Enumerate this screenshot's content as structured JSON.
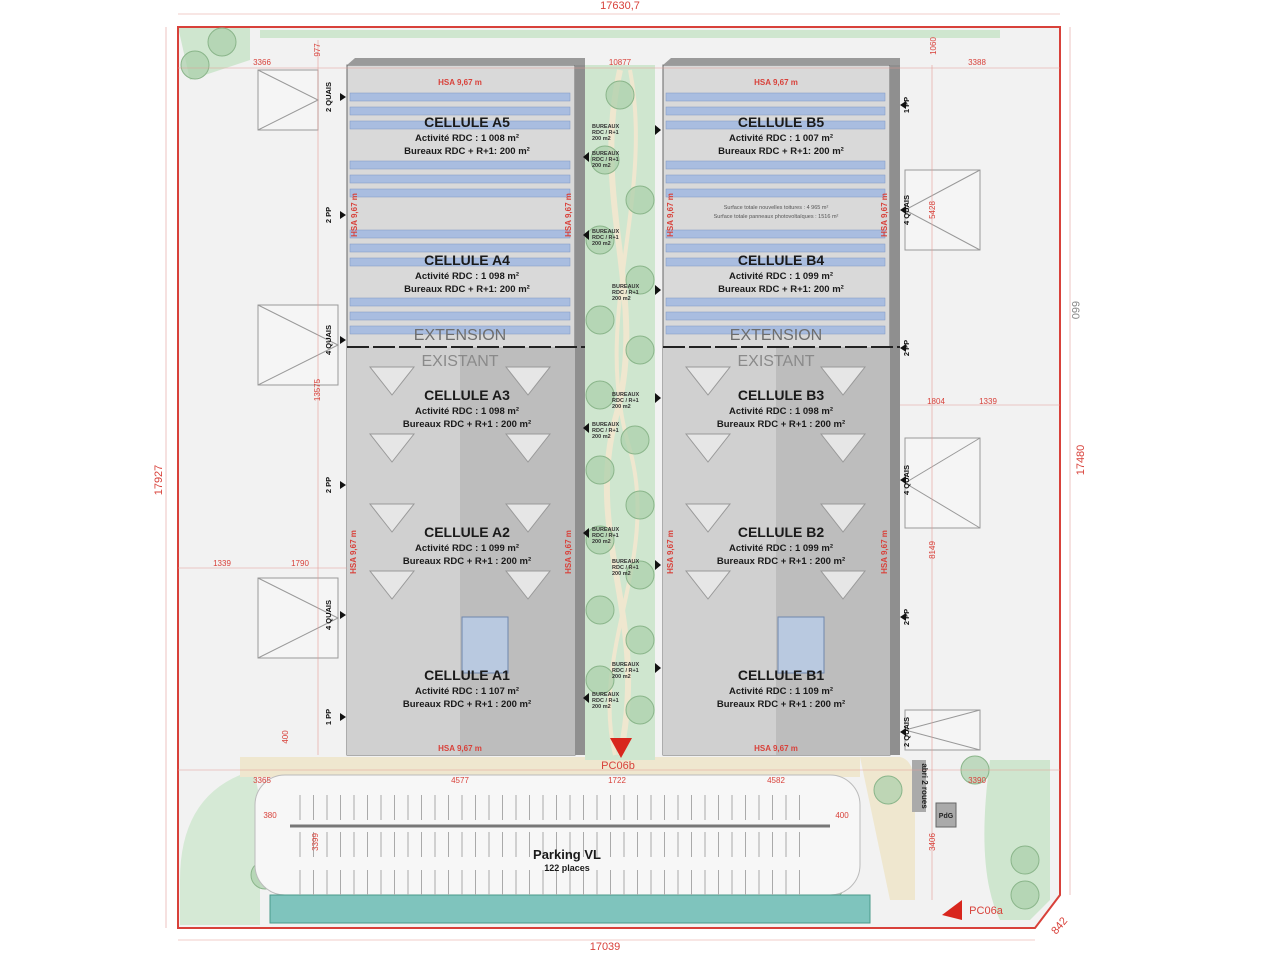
{
  "colors": {
    "boundary": "#d8413a",
    "green": "#cfe6cf",
    "roof": "#d9d9d9",
    "panel": "#a9bde0",
    "wall": "#8f8f8f",
    "water": "#7fc4bd"
  },
  "dimensions": {
    "top": "17630,7",
    "bottom": "17039",
    "left": "17927",
    "right": "17480",
    "right_small": "660",
    "corner": "842",
    "top_left": "3366",
    "top_left_v": "977",
    "top_mid": "10877",
    "top_right": "3388",
    "top_right_v": "1060",
    "right_5428": "5428",
    "left_13575": "13575",
    "right_1804": "1804",
    "right_1339": "1339",
    "left_1339": "1339",
    "left_1790": "1790",
    "right_8149": "8149",
    "park_3365": "3365",
    "park_4577": "4577",
    "park_1722": "1722",
    "park_4582": "4582",
    "park_3390": "3390",
    "park_380": "380",
    "park_400": "400",
    "park_3399": "3399",
    "park_3406": "3406",
    "left_400": "400"
  },
  "hsa": "HSA 9,67 m",
  "building_a": {
    "extension": "EXTENSION",
    "existant": "EXISTANT",
    "cells": [
      {
        "name": "CELLULE A5",
        "activite": "Activité RDC : 1 008 m²",
        "bureaux": "Bureaux RDC + R+1: 200 m²"
      },
      {
        "name": "CELLULE A4",
        "activite": "Activité RDC : 1 098 m²",
        "bureaux": "Bureaux RDC + R+1: 200 m²"
      },
      {
        "name": "CELLULE A3",
        "activite": "Activité RDC : 1 098 m²",
        "bureaux": "Bureaux RDC + R+1 : 200 m²"
      },
      {
        "name": "CELLULE A2",
        "activite": "Activité RDC : 1 099 m²",
        "bureaux": "Bureaux RDC + R+1 : 200 m²"
      },
      {
        "name": "CELLULE A1",
        "activite": "Activité RDC : 1 107 m²",
        "bureaux": "Bureaux RDC + R+1 : 200 m²"
      }
    ]
  },
  "building_b": {
    "extension": "EXTENSION",
    "existant": "EXISTANT",
    "surface_toitures": "Surface totale nouvelles toitures : 4 965 m²",
    "surface_pv": "Surface totale panneaux photovoltaïques : 1516 m²",
    "cells": [
      {
        "name": "CELLULE B5",
        "activite": "Activité RDC : 1 007 m²",
        "bureaux": "Bureaux RDC + R+1: 200 m²"
      },
      {
        "name": "CELLULE B4",
        "activite": "Activité RDC : 1 099 m²",
        "bureaux": "Bureaux RDC + R+1: 200 m²"
      },
      {
        "name": "CELLULE B3",
        "activite": "Activité RDC : 1 098 m²",
        "bureaux": "Bureaux RDC + R+1 : 200 m²"
      },
      {
        "name": "CELLULE B2",
        "activite": "Activité RDC : 1 099 m²",
        "bureaux": "Bureaux RDC + R+1 : 200 m²"
      },
      {
        "name": "CELLULE B1",
        "activite": "Activité RDC : 1 109 m²",
        "bureaux": "Bureaux RDC + R+1  : 200 m²"
      }
    ]
  },
  "docks": {
    "a": [
      "2 QUAIS",
      "2 PP",
      "4 QUAIS",
      "2 PP",
      "4 QUAIS",
      "1 PP"
    ],
    "b": [
      "1 PP",
      "4 QUAIS",
      "2 PP",
      "4 QUAIS",
      "2 PP",
      "2 QUAIS"
    ]
  },
  "bureaux_label": {
    "l1": "BUREAUX",
    "l2": "RDC / R+1",
    "l3": "200 m2"
  },
  "access": {
    "pc06b": "PC06b",
    "pc06a": "PC06a"
  },
  "abri": "abri 2 roues",
  "pdg": "PdG",
  "parking": {
    "title": "Parking VL",
    "places": "122 places"
  }
}
